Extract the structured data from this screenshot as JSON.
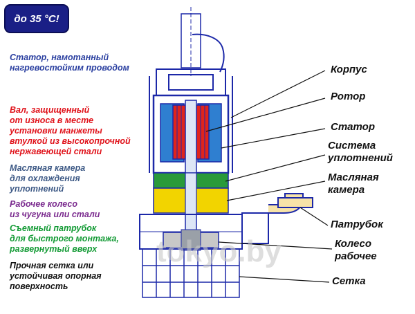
{
  "badge": {
    "text": "до 35 °С!"
  },
  "notes": [
    {
      "id": "stator-winding",
      "text": "Статор, намотанный\nнагревостойким проводом",
      "color": "#2a3fa0"
    },
    {
      "id": "shaft",
      "text": "Вал, защищенный\nот износа в месте\nустановки манжеты\nвтулкой из высокопрочной\nнержавеющей стали",
      "color": "#e0121a"
    },
    {
      "id": "oil-chamber",
      "text": "Масляная камера\nдля охлаждения\nуплотнений",
      "color": "#3e5a86"
    },
    {
      "id": "impeller",
      "text": "Рабочее колесо\nиз чугуна или стали",
      "color": "#7a2a8e"
    },
    {
      "id": "outlet",
      "text": "Съемный патрубок\nдля быстрого монтажа,\nразвернутый вверх",
      "color": "#129a34"
    },
    {
      "id": "grid",
      "text": "Прочная сетка или\nустойчивая опорная\nповерхность",
      "color": "#111111"
    }
  ],
  "labels": [
    {
      "id": "housing",
      "text": "Корпус"
    },
    {
      "id": "rotor",
      "text": "Ротор"
    },
    {
      "id": "stator",
      "text": "Статор"
    },
    {
      "id": "seal-system",
      "text": "Система\nуплотнений"
    },
    {
      "id": "oil-chamber",
      "text": "Масляная\nкамера"
    },
    {
      "id": "branch-pipe",
      "text": "Патрубок"
    },
    {
      "id": "impeller-wheel",
      "text": "Колесо\nрабочее"
    },
    {
      "id": "screen",
      "text": "Сетка"
    }
  ],
  "watermark": "tokyo.by",
  "colors": {
    "badge_bg": "#1a1f86",
    "outline": "#1c28a8",
    "stator": "#2f7fd0",
    "rotor": "#e0241c",
    "oil": "#f2d400",
    "seal": "#2a9a3a",
    "impeller_cast": "#c8c8c8"
  }
}
